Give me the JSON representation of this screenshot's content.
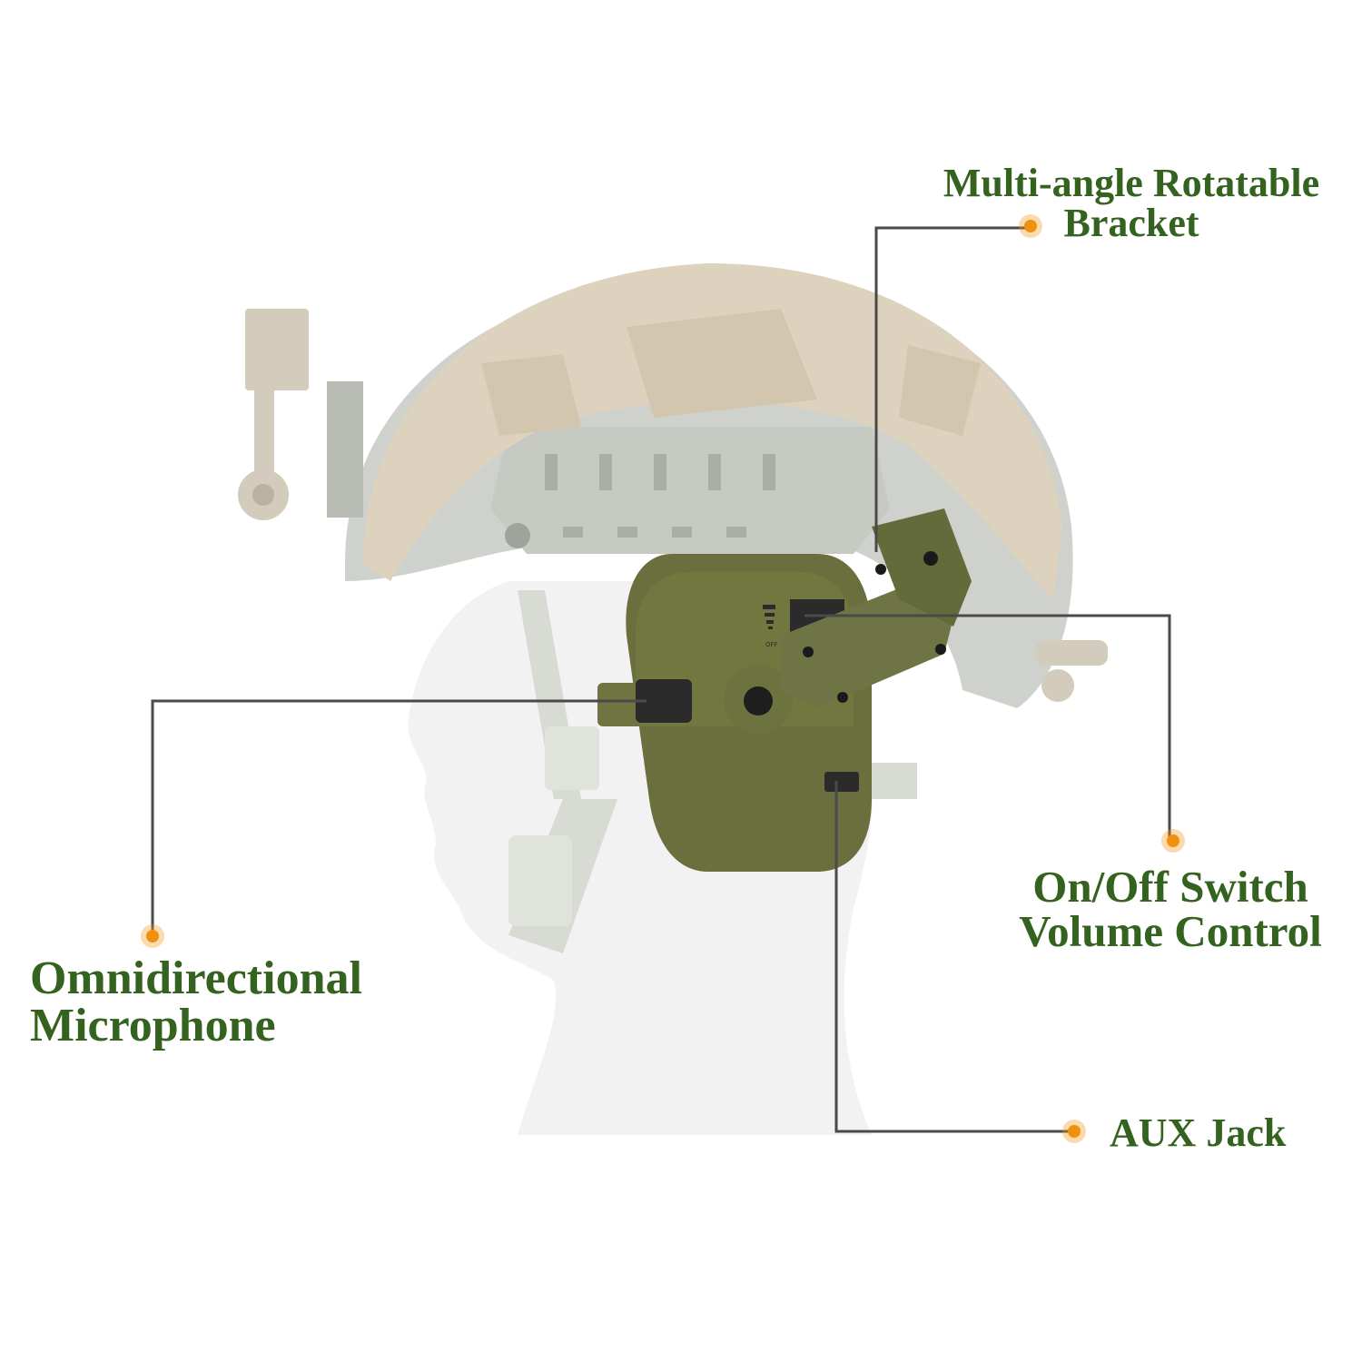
{
  "image": {
    "subject": "tactical helmet with electronic earmuffs on mannequin head",
    "colors": {
      "label_text": "#34621f",
      "callout_line": "#4a4a4a",
      "callout_dot": "#f0900c",
      "earmuff": "#6b6f3e",
      "helmet_cover": "#d8ccb6",
      "helmet_shell": "#cfd2cc",
      "mannequin": "#f1f1f1"
    }
  },
  "callouts": [
    {
      "id": "bracket",
      "lines": [
        "Multi-angle Rotatable",
        "Bracket"
      ]
    },
    {
      "id": "switch",
      "lines": [
        "On/Off Switch",
        "Volume Control"
      ]
    },
    {
      "id": "microphone",
      "lines": [
        "Omnidirectional",
        "Microphone"
      ]
    },
    {
      "id": "aux",
      "lines": [
        "AUX Jack"
      ]
    }
  ],
  "earmuff_markings": {
    "volume_label": "OFF"
  }
}
